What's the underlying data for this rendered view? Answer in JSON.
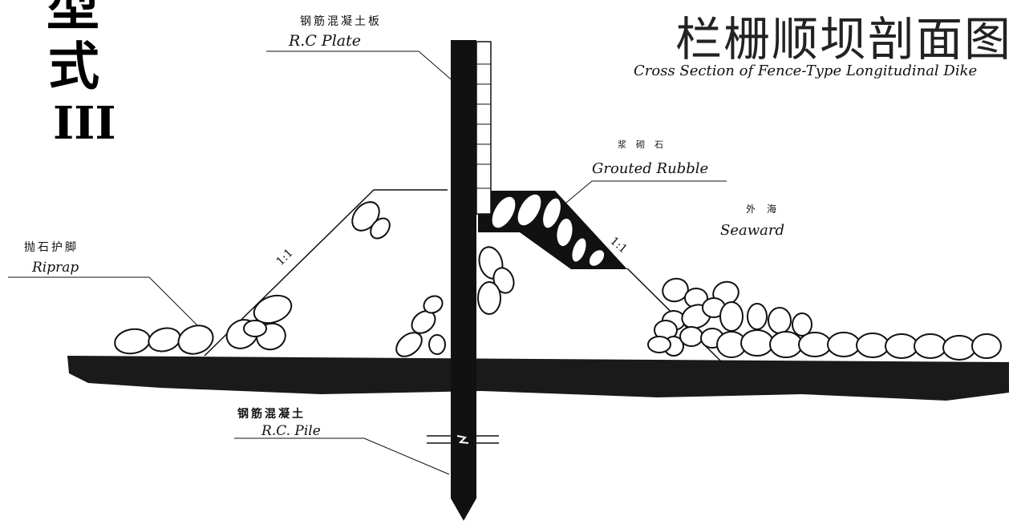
{
  "type_label": {
    "line1": "型",
    "line2": "式",
    "line3": "III"
  },
  "title": {
    "chinese": "栏栅顺坝剖面图",
    "english": "Cross Section of Fence-Type Longitudinal Dike"
  },
  "labels": {
    "rc_plate_cn": "钢筋混凝土板",
    "rc_plate_en": "R.C Plate",
    "grouted_rubble_cn": "浆砌石",
    "grouted_rubble_en": "Grouted Rubble",
    "seaward_cn": "外海",
    "seaward_en": "Seaward",
    "riprap_cn": "抛石护脚",
    "riprap_en": "Riprap",
    "rc_pile_cn": "钢筋混凝土",
    "rc_pile_en": "R.C. Pile",
    "slope_left": "1:1",
    "slope_right": "1:1"
  },
  "colors": {
    "ink": "#111111",
    "ground": "#1a1a1a",
    "stone": "#ffffff"
  }
}
